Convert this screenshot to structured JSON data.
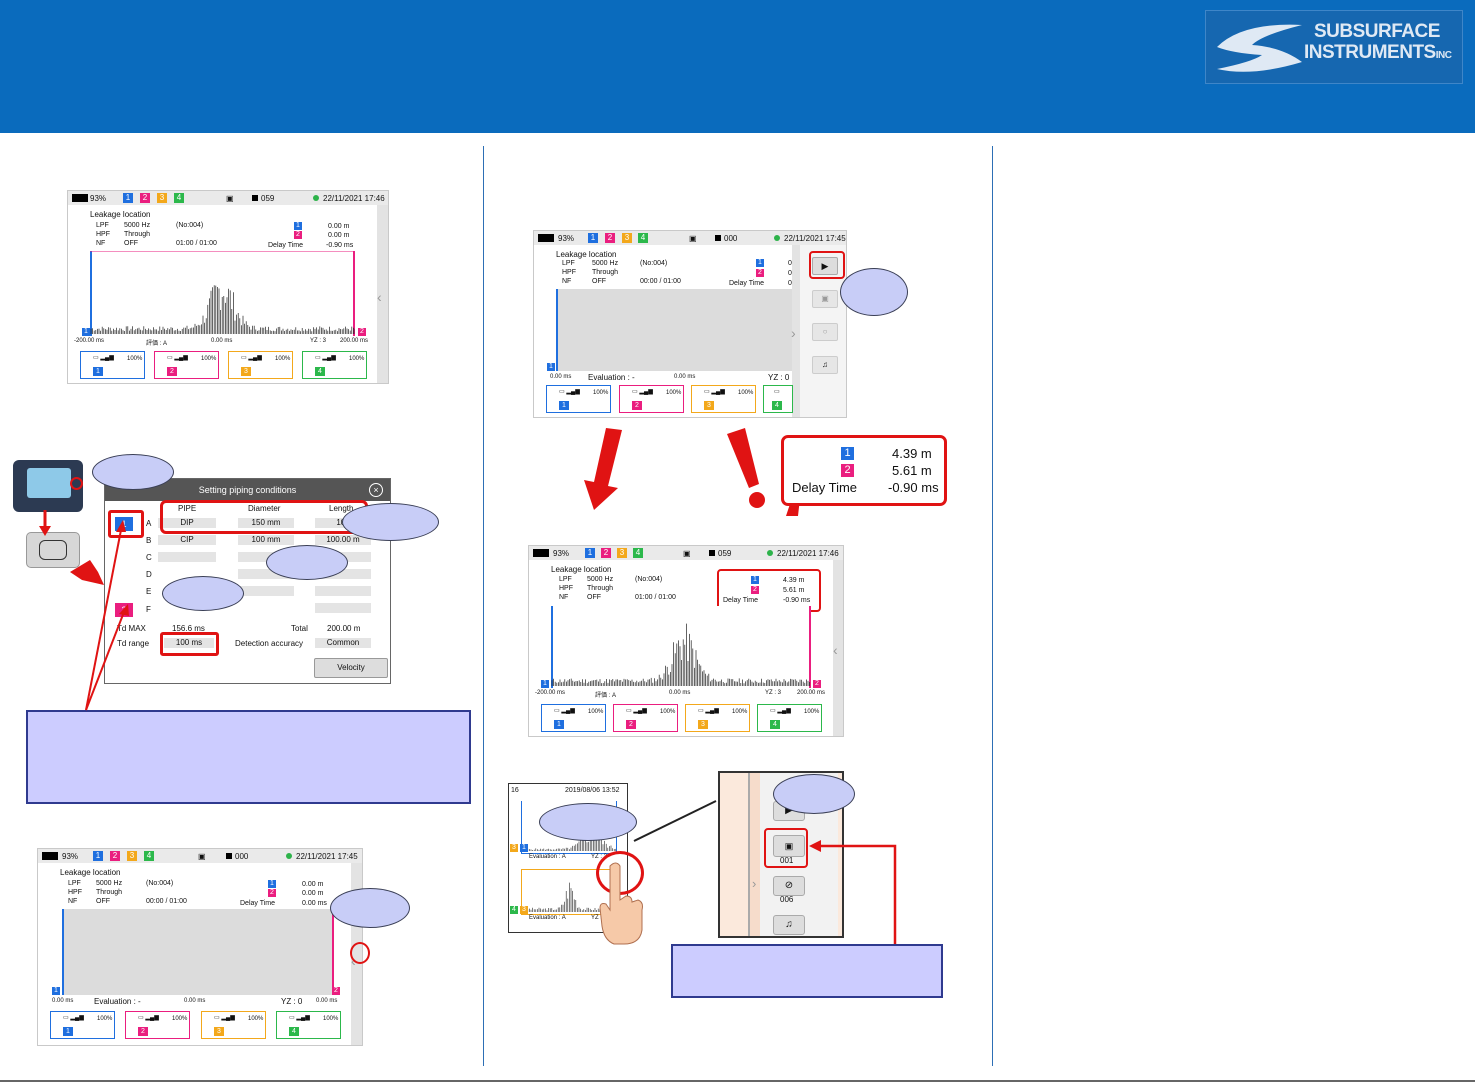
{
  "logo": {
    "line1": "SUBSURFACE",
    "line2": "INSTRUMENTS",
    "suffix": "INC"
  },
  "colors": {
    "header": "#0a6bbd",
    "ch1": "#1f6fdf",
    "ch2": "#ea1e7f",
    "ch3": "#f3a81b",
    "ch4": "#2cb84b",
    "callout": "#c8cdf7",
    "highlight": "#e01313"
  },
  "screen1": {
    "battery": "93%",
    "count": "059",
    "datetime": "22/11/2021 17:46",
    "title": "Leakage location",
    "rows": [
      {
        "k": "LPF",
        "v": "5000 Hz",
        "extra": "(No:004)"
      },
      {
        "k": "HPF",
        "v": "Through",
        "extra": ""
      },
      {
        "k": "NF",
        "v": "OFF",
        "extra": "01:00 / 01:00"
      }
    ],
    "d1": "0.00 m",
    "d2": "0.00 m",
    "delay_label": "Delay Time",
    "delay": "-0.90 ms",
    "axis_left": "-200.00 ms",
    "axis_mid_label": "評価 : A",
    "axis_mid": "0.00 ms",
    "yz": "YZ : 3",
    "axis_right": "200.00 ms",
    "sensor_pct": "100%"
  },
  "screen2": {
    "battery": "93%",
    "count": "000",
    "datetime": "22/11/2021 17:45",
    "title": "Leakage location",
    "rows": [
      {
        "k": "LPF",
        "v": "5000 Hz",
        "extra": "(No:004)"
      },
      {
        "k": "HPF",
        "v": "Through",
        "extra": ""
      },
      {
        "k": "NF",
        "v": "OFF",
        "extra": "00:00 / 01:00"
      }
    ],
    "d1": "0",
    "d2": "0",
    "delay_label": "Delay Time",
    "delay": "0",
    "axis_left": "0.00 ms",
    "eval": "Evaluation : -",
    "axis_mid": "0.00 ms",
    "yz": "YZ : 0",
    "sensor_pct": "100%"
  },
  "screen3": {
    "battery": "93%",
    "count": "059",
    "datetime": "22/11/2021 17:46",
    "title": "Leakage location",
    "rows": [
      {
        "k": "LPF",
        "v": "5000 Hz",
        "extra": "(No:004)"
      },
      {
        "k": "HPF",
        "v": "Through",
        "extra": ""
      },
      {
        "k": "NF",
        "v": "OFF",
        "extra": "01:00 / 01:00"
      }
    ],
    "d1": "4.39 m",
    "d2": "5.61 m",
    "delay_label": "Delay Time",
    "delay": "-0.90 ms",
    "axis_left": "-200.00 ms",
    "axis_mid_label": "評価 : A",
    "axis_mid": "0.00 ms",
    "yz": "YZ : 3",
    "axis_right": "200.00 ms",
    "sensor_pct": "100%"
  },
  "screen4": {
    "battery": "93%",
    "count": "000",
    "datetime": "22/11/2021 17:45",
    "title": "Leakage location",
    "rows": [
      {
        "k": "LPF",
        "v": "5000 Hz",
        "extra": "(No:004)"
      },
      {
        "k": "HPF",
        "v": "Through",
        "extra": ""
      },
      {
        "k": "NF",
        "v": "OFF",
        "extra": "00:00 / 01:00"
      }
    ],
    "d1": "0.00 m",
    "d2": "0.00 m",
    "delay_label": "Delay Time",
    "delay": "0.00 ms",
    "axis_left": "0.00 ms",
    "eval": "Evaluation : -",
    "axis_mid": "0.00 ms",
    "yz": "YZ : 0",
    "axis_right": "0.00 ms",
    "sensor_pct": "100%"
  },
  "dialog": {
    "title": "Setting piping conditions",
    "col_pipe": "PIPE",
    "col_diameter": "Diameter",
    "col_length": "Length",
    "rows": [
      {
        "label": "A",
        "pipe": "DIP",
        "diameter": "150 mm",
        "length": "100"
      },
      {
        "label": "B",
        "pipe": "CIP",
        "diameter": "100 mm",
        "length": "100.00 m"
      },
      {
        "label": "C"
      },
      {
        "label": "D"
      },
      {
        "label": "E"
      },
      {
        "label": "F"
      }
    ],
    "sensor1": "1",
    "sensor2": "2",
    "tdmax_label": "Td MAX",
    "tdmax": "156.6 ms",
    "total_label": "Total",
    "total": "200.00 m",
    "tdrange_label": "Td range",
    "tdrange": "100 ms",
    "accuracy_label": "Detection accuracy",
    "accuracy": "Common",
    "velocity_btn": "Velocity"
  },
  "result": {
    "s1": "1",
    "d1": "4.39 m",
    "s2": "2",
    "d2": "5.61 m",
    "delay_label": "Delay Time",
    "delay": "-0.90 ms"
  },
  "record": {
    "num": "16",
    "datetime": "2019/08/06 13:52",
    "eval1": "Evaluation : A",
    "yz1": "YZ : 3",
    "eval2": "Evaluation : A",
    "yz2": "YZ : 4"
  },
  "sidepanel": {
    "count1": "001",
    "count2": "006"
  }
}
